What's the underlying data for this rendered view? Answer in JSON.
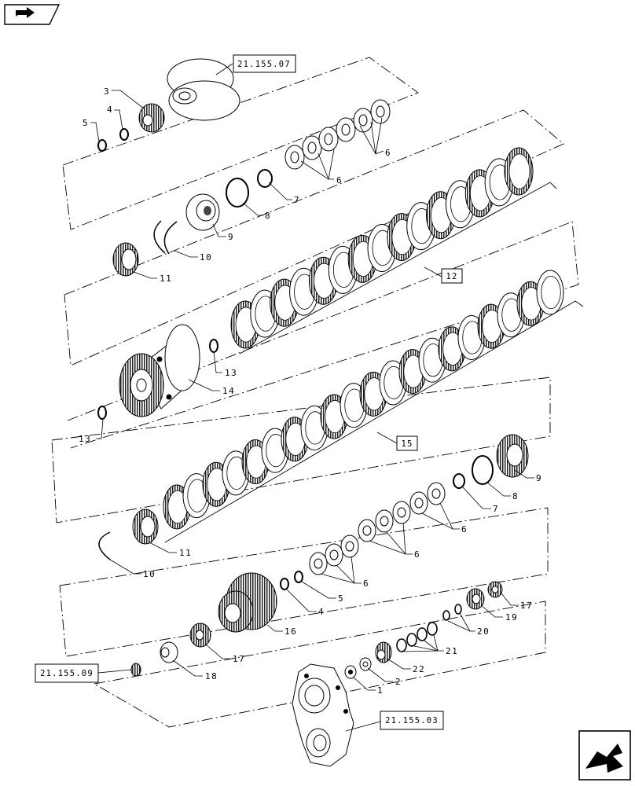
{
  "references": {
    "top": "21.155.07",
    "left": "21.155.09",
    "bottom": "21.155.03",
    "group_a": "12",
    "group_b": "15"
  },
  "callouts": {
    "c1": "1",
    "c2": "2",
    "c3": "3",
    "c4a": "4",
    "c4b": "4",
    "c5a": "5",
    "c5b": "5",
    "c6a": "6",
    "c6b": "6",
    "c6c": "6",
    "c6d": "6",
    "c6e": "6",
    "c7a": "7",
    "c7b": "7",
    "c8a": "8",
    "c8b": "8",
    "c9a": "9",
    "c9b": "9",
    "c10a": "10",
    "c10b": "10",
    "c11a": "11",
    "c11b": "11",
    "c13a": "13",
    "c13b": "13",
    "c14": "14",
    "c16": "16",
    "c17a": "17",
    "c17b": "17",
    "c18": "18",
    "c19": "19",
    "c20": "20",
    "c21": "21",
    "c22": "22"
  },
  "icons": {
    "top_left": "book-arrow-icon",
    "bottom_right": "next-page-arrow-icon"
  }
}
